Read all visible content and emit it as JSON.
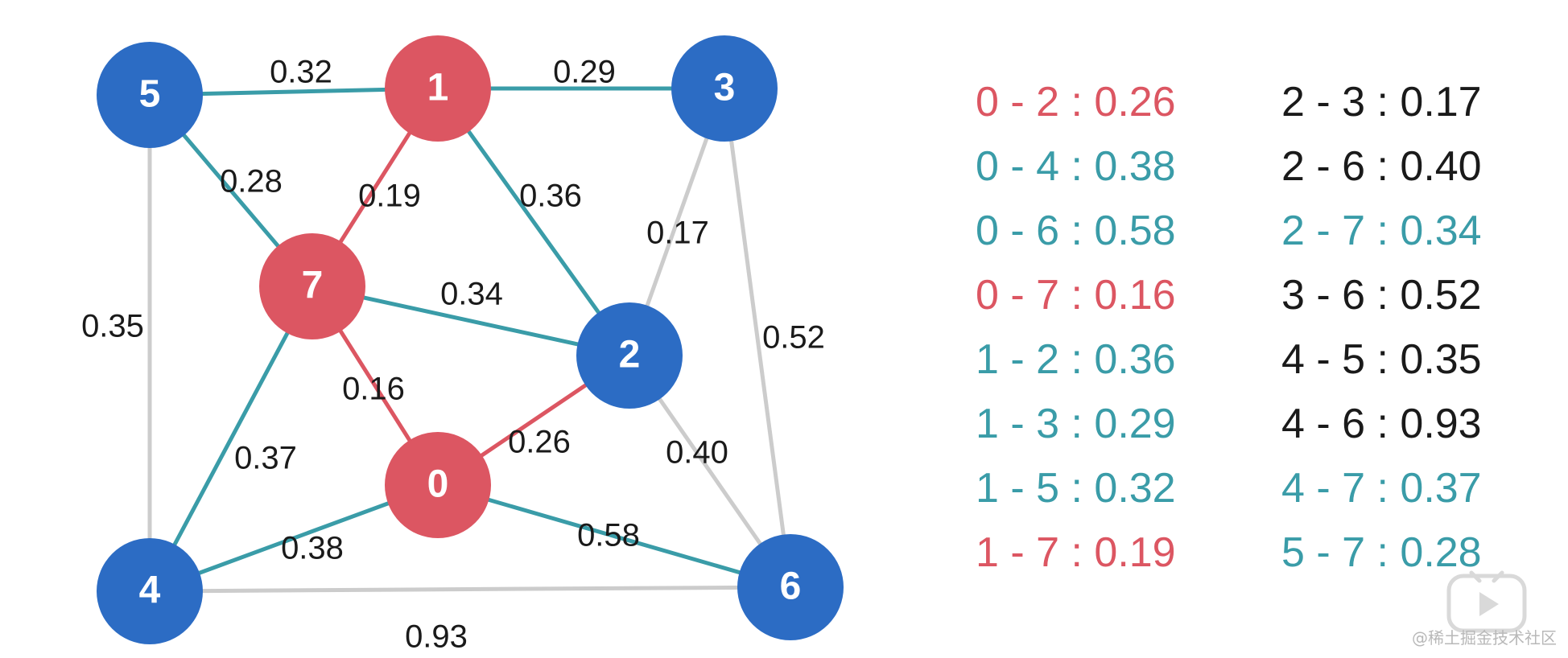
{
  "colors": {
    "red": "#dc5662",
    "blue": "#2c6cc4",
    "teal": "#3a9ca8",
    "gray": "#cccccc",
    "black": "#1a1a1a"
  },
  "nodes": [
    {
      "id": "0",
      "label": "0",
      "color": "red"
    },
    {
      "id": "1",
      "label": "1",
      "color": "red"
    },
    {
      "id": "2",
      "label": "2",
      "color": "blue"
    },
    {
      "id": "3",
      "label": "3",
      "color": "blue"
    },
    {
      "id": "4",
      "label": "4",
      "color": "blue"
    },
    {
      "id": "5",
      "label": "5",
      "color": "blue"
    },
    {
      "id": "6",
      "label": "6",
      "color": "blue"
    },
    {
      "id": "7",
      "label": "7",
      "color": "red"
    }
  ],
  "edges": [
    {
      "from": "5",
      "to": "1",
      "weight": "0.32",
      "color": "teal"
    },
    {
      "from": "1",
      "to": "3",
      "weight": "0.29",
      "color": "teal"
    },
    {
      "from": "5",
      "to": "7",
      "weight": "0.28",
      "color": "teal"
    },
    {
      "from": "1",
      "to": "7",
      "weight": "0.19",
      "color": "red"
    },
    {
      "from": "1",
      "to": "2",
      "weight": "0.36",
      "color": "teal"
    },
    {
      "from": "3",
      "to": "2",
      "weight": "0.17",
      "color": "gray"
    },
    {
      "from": "3",
      "to": "6",
      "weight": "0.52",
      "color": "gray"
    },
    {
      "from": "5",
      "to": "4",
      "weight": "0.35",
      "color": "gray"
    },
    {
      "from": "7",
      "to": "2",
      "weight": "0.34",
      "color": "teal"
    },
    {
      "from": "7",
      "to": "0",
      "weight": "0.16",
      "color": "red"
    },
    {
      "from": "0",
      "to": "2",
      "weight": "0.26",
      "color": "red"
    },
    {
      "from": "2",
      "to": "6",
      "weight": "0.40",
      "color": "gray"
    },
    {
      "from": "7",
      "to": "4",
      "weight": "0.37",
      "color": "teal"
    },
    {
      "from": "4",
      "to": "0",
      "weight": "0.38",
      "color": "teal"
    },
    {
      "from": "0",
      "to": "6",
      "weight": "0.58",
      "color": "teal"
    },
    {
      "from": "4",
      "to": "6",
      "weight": "0.93",
      "color": "gray"
    }
  ],
  "edge_list": [
    {
      "text": "0 - 2 : 0.26",
      "color": "red"
    },
    {
      "text": "0 - 4 : 0.38",
      "color": "teal"
    },
    {
      "text": "0 - 6 : 0.58",
      "color": "teal"
    },
    {
      "text": "0 - 7 : 0.16",
      "color": "red"
    },
    {
      "text": "1 - 2 : 0.36",
      "color": "teal"
    },
    {
      "text": "1 - 3 : 0.29",
      "color": "teal"
    },
    {
      "text": "1 - 5 : 0.32",
      "color": "teal"
    },
    {
      "text": "1 - 7 : 0.19",
      "color": "red"
    },
    {
      "text": "2 - 3 : 0.17",
      "color": "black"
    },
    {
      "text": "2 - 6 : 0.40",
      "color": "black"
    },
    {
      "text": "2 - 7 : 0.34",
      "color": "teal"
    },
    {
      "text": "3 - 6 : 0.52",
      "color": "black"
    },
    {
      "text": "4 - 5 : 0.35",
      "color": "black"
    },
    {
      "text": "4 - 6 : 0.93",
      "color": "black"
    },
    {
      "text": "4 - 7 : 0.37",
      "color": "teal"
    },
    {
      "text": "5 - 7 : 0.28",
      "color": "teal"
    }
  ],
  "watermark": {
    "text": "@稀土掘金技术社区",
    "icon": "play-icon"
  }
}
